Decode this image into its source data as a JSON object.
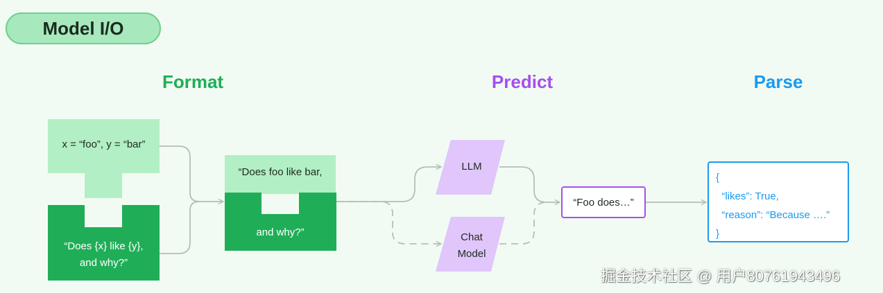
{
  "title": "Model I/O",
  "sections": {
    "format": "Format",
    "predict": "Predict",
    "parse": "Parse"
  },
  "format": {
    "variables": "x = “foo”, y = “bar”",
    "template_line1": "“Does {x} like {y},",
    "template_line2": "and why?”",
    "prompt_line1": "“Does foo like bar,",
    "prompt_line2": "and why?”"
  },
  "predict": {
    "llm": "LLM",
    "chat_line1": "Chat",
    "chat_line2": "Model",
    "output": "“Foo does…”"
  },
  "parse": {
    "line1": "{",
    "line2": "  “likes”: True,",
    "line3": "  “reason”: “Because ….”",
    "line4": "}"
  },
  "watermark": "掘金技术社区 @ 用户80761943496",
  "colors": {
    "format": "#1fae57",
    "predict": "#a64ef0",
    "parse": "#1a9af0",
    "light_green": "#b2efc4",
    "dark_green": "#1fae57",
    "lavender": "#e0c6fb",
    "background": "#f1fbf3"
  }
}
